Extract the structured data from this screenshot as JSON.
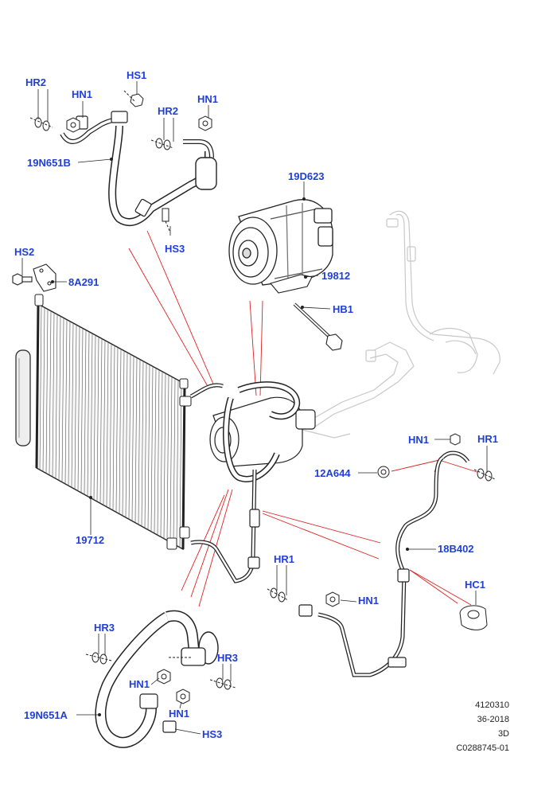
{
  "callouts": {
    "hr2_a": "HR2",
    "hs1": "HS1",
    "hn1_a": "HN1",
    "hr2_b": "HR2",
    "hn1_b": "HN1",
    "l19n651b": "19N651B",
    "hs3_a": "HS3",
    "l19d623": "19D623",
    "hs2": "HS2",
    "l8a291": "8A291",
    "l19812": "19812",
    "hb1": "HB1",
    "hn1_c": "HN1",
    "hr1_a": "HR1",
    "l12a644": "12A644",
    "l19712": "19712",
    "l18b402": "18B402",
    "hr1_b": "HR1",
    "hn1_d": "HN1",
    "hc1": "HC1",
    "hr3_a": "HR3",
    "hr3_b": "HR3",
    "hn1_e": "HN1",
    "hn1_f": "HN1",
    "l19n651a": "19N651A",
    "hs3_b": "HS3"
  },
  "reference": {
    "line1": "4120310",
    "line2": "36-2018",
    "line3": "3D",
    "line4": "C0288745-01"
  },
  "colors": {
    "callout": "#1f3fd6",
    "leader": "#e02020",
    "linework": "#222222",
    "ghost": "#bbbbbb"
  }
}
